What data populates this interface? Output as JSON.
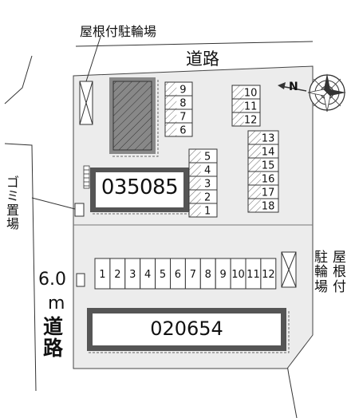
{
  "labels": {
    "bike_roofed_top": "屋根付駐輪場",
    "road_top": "道路",
    "road_left_width": "6.0",
    "road_left_unit": "m",
    "road_left_name": "道路",
    "garbage_chars": [
      "ゴ",
      "ミ",
      "置",
      "場"
    ],
    "bike_right_col1": [
      "駐",
      "輪",
      "場"
    ],
    "bike_right_col2": [
      "屋",
      "根",
      "付"
    ]
  },
  "buildings": {
    "upper": {
      "code": "035085"
    },
    "lower": {
      "code": "020654"
    }
  },
  "parking_columns": {
    "column_a": [
      "9",
      "8",
      "7",
      "6"
    ],
    "column_b": [
      "5",
      "4",
      "3",
      "2",
      "1"
    ],
    "column_c": [
      "10",
      "11",
      "12"
    ],
    "column_d": [
      "13",
      "14",
      "15",
      "16",
      "17",
      "18"
    ]
  },
  "parking_row_bottom": [
    "1",
    "2",
    "3",
    "4",
    "5",
    "6",
    "7",
    "8",
    "9",
    "10",
    "11",
    "12"
  ],
  "compass": {
    "letter": "N"
  },
  "colors": {
    "lot_fill": "#ececec",
    "building_border": "#555555",
    "hatch": "#333333"
  }
}
